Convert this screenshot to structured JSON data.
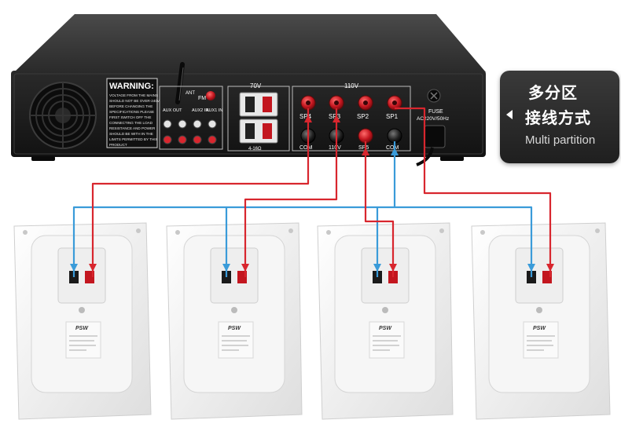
{
  "amplifier": {
    "warning_title": "WARNING:",
    "warning_lines": [
      "VOLTAGE FROM THE MAINS",
      "SHOULD NOT BE OVER-240V",
      "BEFORE CHANGING THE",
      "SPECIFICATIONS PLEASE",
      "FIRST SWITCH OFF THE",
      "CONNECTING THE LOAD",
      "RESISTANCE AND POWER",
      "SHOULD BE WITH IN THE",
      "LIMITS PERMITTED BY THIS",
      "PRODUCT"
    ],
    "ant_label": "ANT",
    "fm_label": "FM",
    "aux_out_label": "AUX OUT",
    "aux2_in_label": "AUX2 IN",
    "aux1_in_label": "AUX1 IN",
    "v70_label": "70V",
    "ohm_label": "4-16Ω",
    "v110_label": "110V",
    "sp4": "SP4",
    "sp3": "SP3",
    "sp2": "SP2",
    "sp1": "SP1",
    "com_left": "COM",
    "v110_small": "110V",
    "sp5": "SP5",
    "com_right": "COM",
    "fuse_label": "FUSE",
    "ac_label": "AC220V/50Hz"
  },
  "speaker_brand": "PSW",
  "callout": {
    "title_line1": "多分区",
    "title_line2": "接线方式",
    "subtitle": "Multi partition"
  },
  "colors": {
    "wire_red": "#d8262e",
    "wire_blue": "#3a9bd9",
    "amp_body": "#1b1b1b",
    "speaker_body": "#f2f2f2"
  }
}
